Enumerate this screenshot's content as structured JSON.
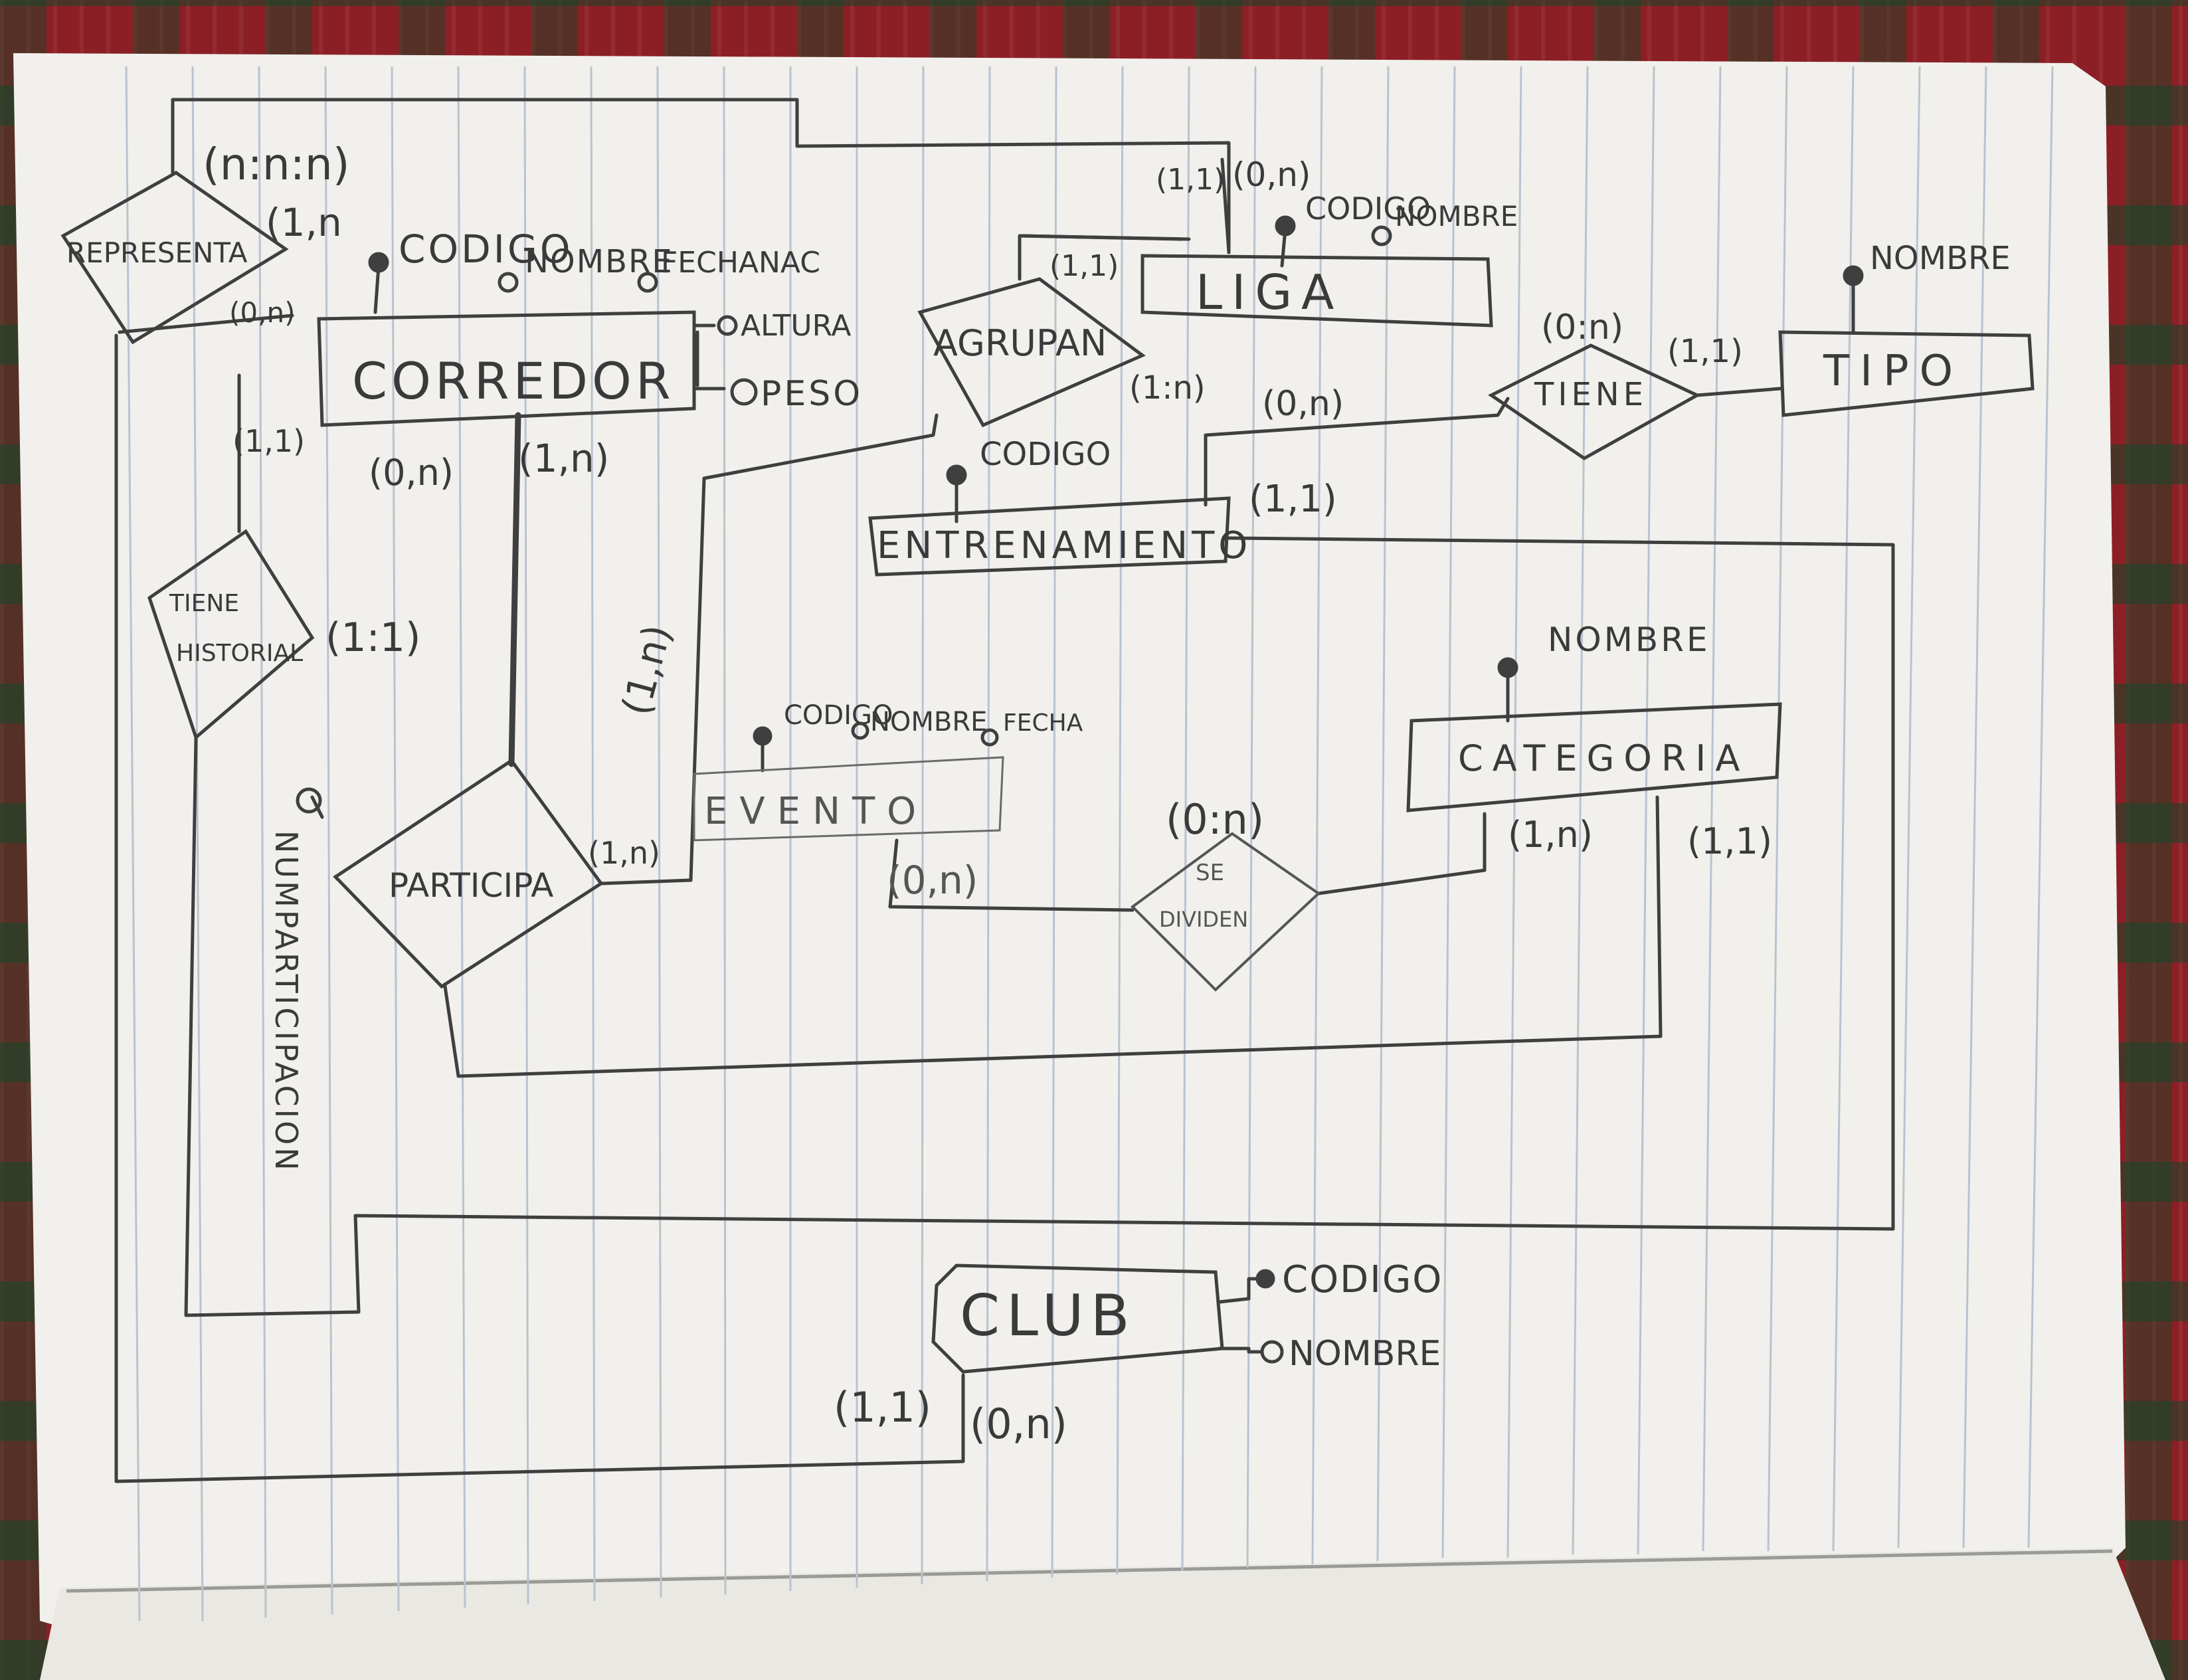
{
  "entities": {
    "corredor": "CORREDOR",
    "liga": "LIGA",
    "tipo": "TIPO",
    "entrenamiento": "ENTRENAMIENTO",
    "evento": "EVENTO",
    "categoria": "CATEGORIA",
    "club": "CLUB"
  },
  "relationships": {
    "representa": "REPRESENTA",
    "agrupan": "AGRUPAN",
    "tiene": "TIENE",
    "tiene_historial": [
      "TIENE",
      "HISTORIAL"
    ],
    "participa": "PARTICIPA",
    "se_dividen": [
      "SE",
      "DIVIDEN"
    ]
  },
  "attributes": {
    "corredor_codigo": "CODIGO",
    "corredor_nombre": "NOMBRE",
    "corredor_fechanac": "FECHANAC",
    "corredor_altura": "ALTURA",
    "corredor_peso": "PESO",
    "liga_codigo": "CODIGO",
    "liga_nombre": "NOMBRE",
    "tipo_nombre": "NOMBRE",
    "entrenamiento_codigo": "CODIGO",
    "evento_codigo": "CODIGO",
    "evento_nombre": "NOMBRE",
    "evento_fecha": "FECHA",
    "categoria_nombre": "NOMBRE",
    "club_codigo": "CODIGO",
    "club_nombre": "NOMBRE",
    "numparticipacion": "NUMPARTICIPACION"
  },
  "cardinalities": {
    "representa_ternary": "(n:n:n)",
    "representa_corredor_top": "(1,n",
    "representa_corredor": "(0,n)",
    "liga_11": "(1,1)",
    "liga_0n": "(0,n)",
    "agrupan_11": "(1,1)",
    "agrupan_1n": "(1:n)",
    "corredor_0n": "(0,n)",
    "corredor_1n": "(1,n)",
    "historial_11": "(1,1)",
    "historial_1_1": "(1:1)",
    "tiene_0n": "(0:n)",
    "tiene_11": "(1,1)",
    "entrenamiento_0n": "(0,n)",
    "entrenamiento_11": "(1,1)",
    "evento_1n_vertical": "(1,n)",
    "participa_1n": "(1,n)",
    "evento_0n": "(0,n)",
    "sedividen_0n": "(0:n)",
    "categoria_1n": "(1,n)",
    "categoria_11": "(1,1)",
    "club_11": "(1,1)",
    "club_0n": "(0,n)"
  },
  "colors": {
    "paper": "#f1f0ec",
    "ink": "#3f3f3f",
    "rule_lines": "#b9c3cf",
    "tablecloth": "#8c1f25"
  }
}
